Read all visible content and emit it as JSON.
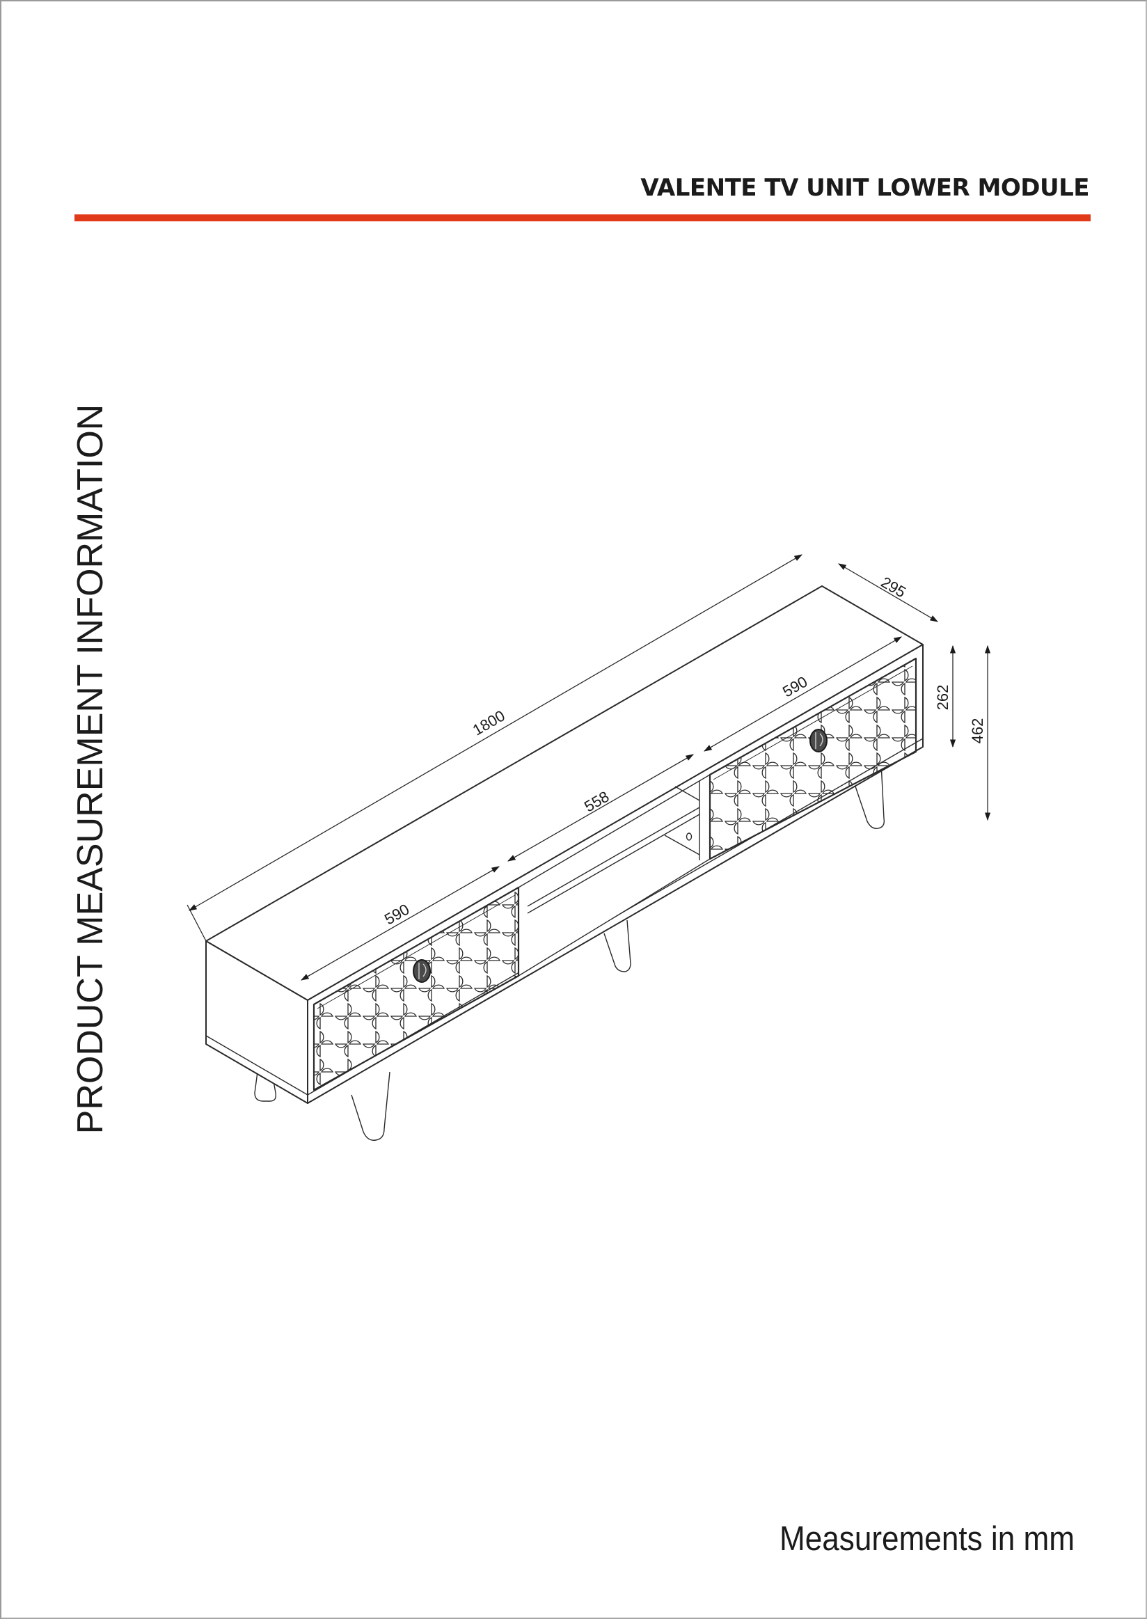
{
  "header": {
    "title": "VALENTE TV UNIT LOWER MODULE",
    "accent_color": "#e03a19"
  },
  "side_label": "PRODUCT MEASUREMENT INFORMATION",
  "footer": {
    "units_note": "Measurements in mm"
  },
  "drawing": {
    "subject": "TV unit isometric line drawing",
    "line_color": "#2a2a2a",
    "dimensions": {
      "overall_width": "1800",
      "depth": "295",
      "left_drawer_width": "590",
      "center_opening_width": "558",
      "right_drawer_width": "590",
      "body_height": "262",
      "total_height": "462"
    }
  }
}
